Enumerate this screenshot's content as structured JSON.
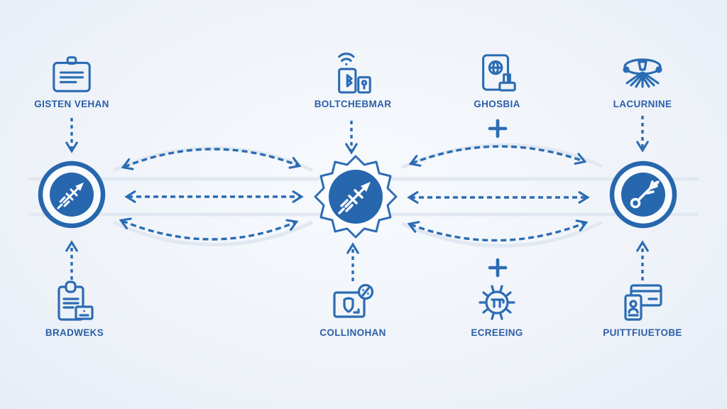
{
  "palette": {
    "accent": "#2b6cb3",
    "node_fill": "#2767ae",
    "label_color": "#2b5fa8",
    "background": "#eff3f9"
  },
  "top_row": [
    {
      "label": "GISTEN VEHAN",
      "icon": "id-badge-icon"
    },
    {
      "label": "BOLTCHEBMAR",
      "icon": "devices-wifi-icon"
    },
    {
      "label": "GHOSBIA",
      "icon": "tablet-globe-icon"
    },
    {
      "label": "LACURNINE",
      "icon": "winged-orbit-icon"
    }
  ],
  "bottom_row": [
    {
      "label": "BRADWEKS",
      "icon": "clipboard-card-icon"
    },
    {
      "label": "COLLINOHAN",
      "icon": "monitor-shield-icon"
    },
    {
      "label": "ECREEING",
      "icon": "gear-icon"
    },
    {
      "label": "PUITTFIUETOBE",
      "icon": "card-phone-icon"
    }
  ],
  "hubs": [
    {
      "name": "left-hub",
      "icon": "rocket-icon"
    },
    {
      "name": "center-hub",
      "icon": "rocket-gear-icon"
    },
    {
      "name": "right-hub",
      "icon": "wrench-icon"
    }
  ],
  "connectors": {
    "plus_mark": "+"
  }
}
